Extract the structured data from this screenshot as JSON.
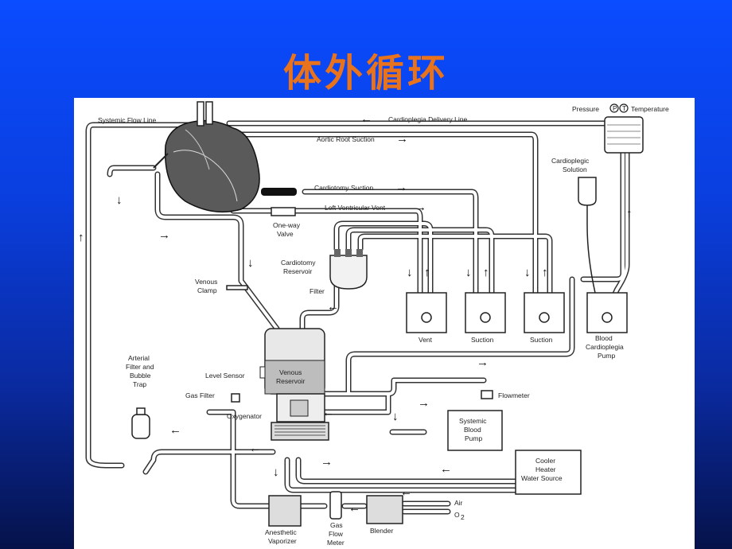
{
  "slide": {
    "title": "体外循环"
  },
  "labels": {
    "systemic_flow_line": "Systemic Flow Line",
    "cardioplegia_delivery_line": "Cardioplegia Delivery Line",
    "aortic_root_suction": "Aortic Root Suction",
    "cardiotomy_suction": "Cardiotomy Suction",
    "left_ventricular_vent": "Left Ventricular Vent",
    "one_way_valve_1": "One-way",
    "one_way_valve_2": "Valve",
    "cardiotomy_reservoir_1": "Cardiotomy",
    "cardiotomy_reservoir_2": "Reservoir",
    "venous_clamp_1": "Venous",
    "venous_clamp_2": "Clamp",
    "filter": "Filter",
    "pressure": "Pressure",
    "temperature": "Temperature",
    "p_symbol": "P",
    "t_symbol": "T",
    "cardioplegic_solution_1": "Cardioplegic",
    "cardioplegic_solution_2": "Solution",
    "vent": "Vent",
    "suction_1": "Suction",
    "suction_2": "Suction",
    "blood_cardioplegia_pump_1": "Blood",
    "blood_cardioplegia_pump_2": "Cardioplegia",
    "blood_cardioplegia_pump_3": "Pump",
    "arterial_filter_1": "Arterial",
    "arterial_filter_2": "Filter and",
    "arterial_filter_3": "Bubble",
    "arterial_filter_4": "Trap",
    "level_sensor": "Level Sensor",
    "venous_reservoir_1": "Venous",
    "venous_reservoir_2": "Reservoir",
    "gas_filter": "Gas Filter",
    "oxygenator": "Oxygenator",
    "flowmeter": "Flowmeter",
    "systemic_blood_pump_1": "Systemic",
    "systemic_blood_pump_2": "Blood",
    "systemic_blood_pump_3": "Pump",
    "cooler_1": "Cooler",
    "cooler_2": "Heater",
    "cooler_3": "Water Source",
    "air": "Air",
    "o2": "O",
    "o2_sub": "2",
    "anesthetic_1": "Anesthetic",
    "anesthetic_2": "Vaporizer",
    "gas_flow_1": "Gas",
    "gas_flow_2": "Flow",
    "gas_flow_3": "Meter",
    "blender": "Blender"
  }
}
